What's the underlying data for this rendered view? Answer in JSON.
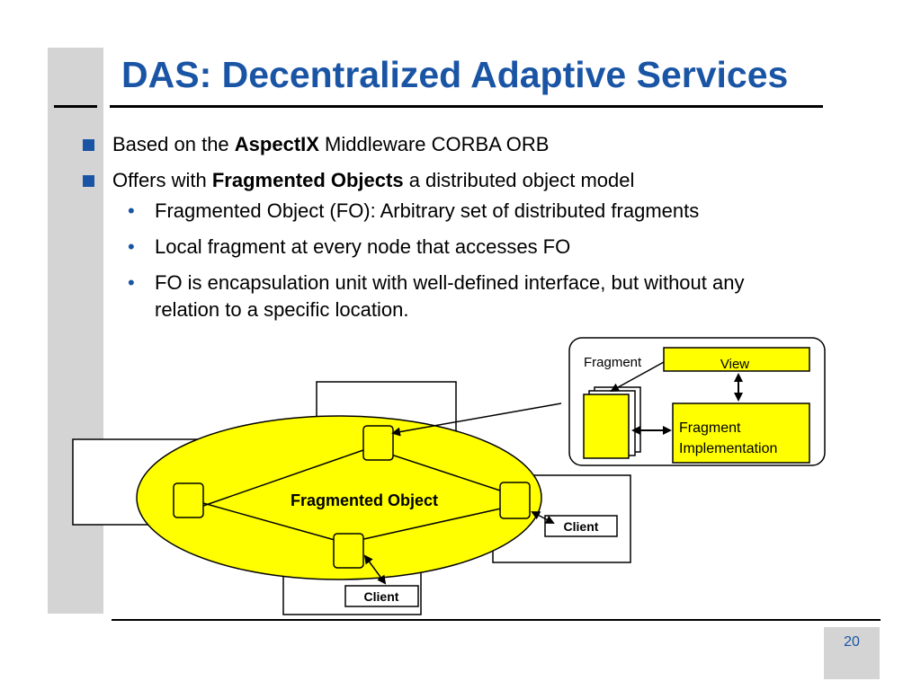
{
  "title": "DAS: Decentralized Adaptive Services",
  "bullets": [
    {
      "pre": "Based on the ",
      "bold": "AspectIX",
      "post": " Middleware CORBA ORB"
    },
    {
      "pre": "Offers with ",
      "bold": "Fragmented Objects",
      "post": " a distributed object model"
    }
  ],
  "subbullets": [
    "Fragmented Object (FO): Arbitrary set of distributed fragments",
    "Local fragment at every node that accesses FO",
    "FO is encapsulation unit with well-defined interface, but without any relation to a specific location."
  ],
  "diagram": {
    "ellipse_label": "Fragmented Object",
    "client_label_1": "Client",
    "client_label_2": "Client",
    "inset_fragment_label": "Fragment",
    "inset_view_label": "View",
    "inset_impl_line1": "Fragment",
    "inset_impl_line2": "Implementation",
    "fill_color": "#ffff00"
  },
  "page_number": "20"
}
